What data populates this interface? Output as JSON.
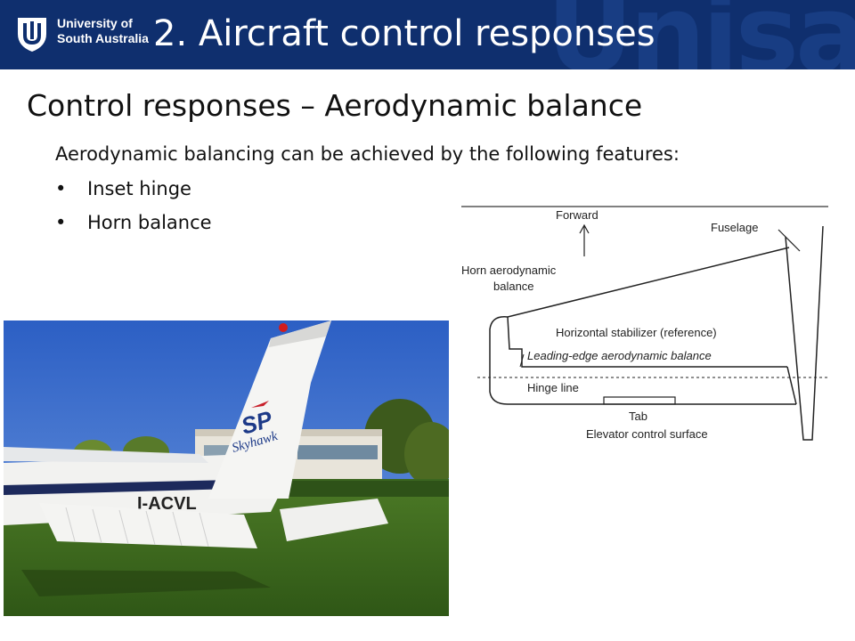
{
  "header": {
    "university_line1": "University of",
    "university_line2": "South Australia",
    "watermark": "Unisa",
    "title": "2. Aircraft control responses"
  },
  "main": {
    "heading": "Control responses – Aerodynamic balance",
    "intro": "Aerodynamic balancing can be achieved by the following features:",
    "bullets": [
      "Inset hinge",
      "Horn balance"
    ],
    "bullet_symbol": "•"
  },
  "photo": {
    "tail_text": "SP",
    "tail_script": "Skyhawk",
    "registration": "I-ACVL",
    "sky_color": "#2f64c8",
    "grass_color": "#3e6b1f"
  },
  "diagram": {
    "forward": "Forward",
    "fuselage": "Fuselage",
    "horn_line1": "Horn aerodynamic",
    "horn_line2": "balance",
    "stabilizer": "Horizontal stabilizer (reference)",
    "leading_edge": "Leading-edge aerodynamic balance",
    "hinge_line": "Hinge line",
    "tab": "Tab",
    "elevator": "Elevator control surface"
  }
}
